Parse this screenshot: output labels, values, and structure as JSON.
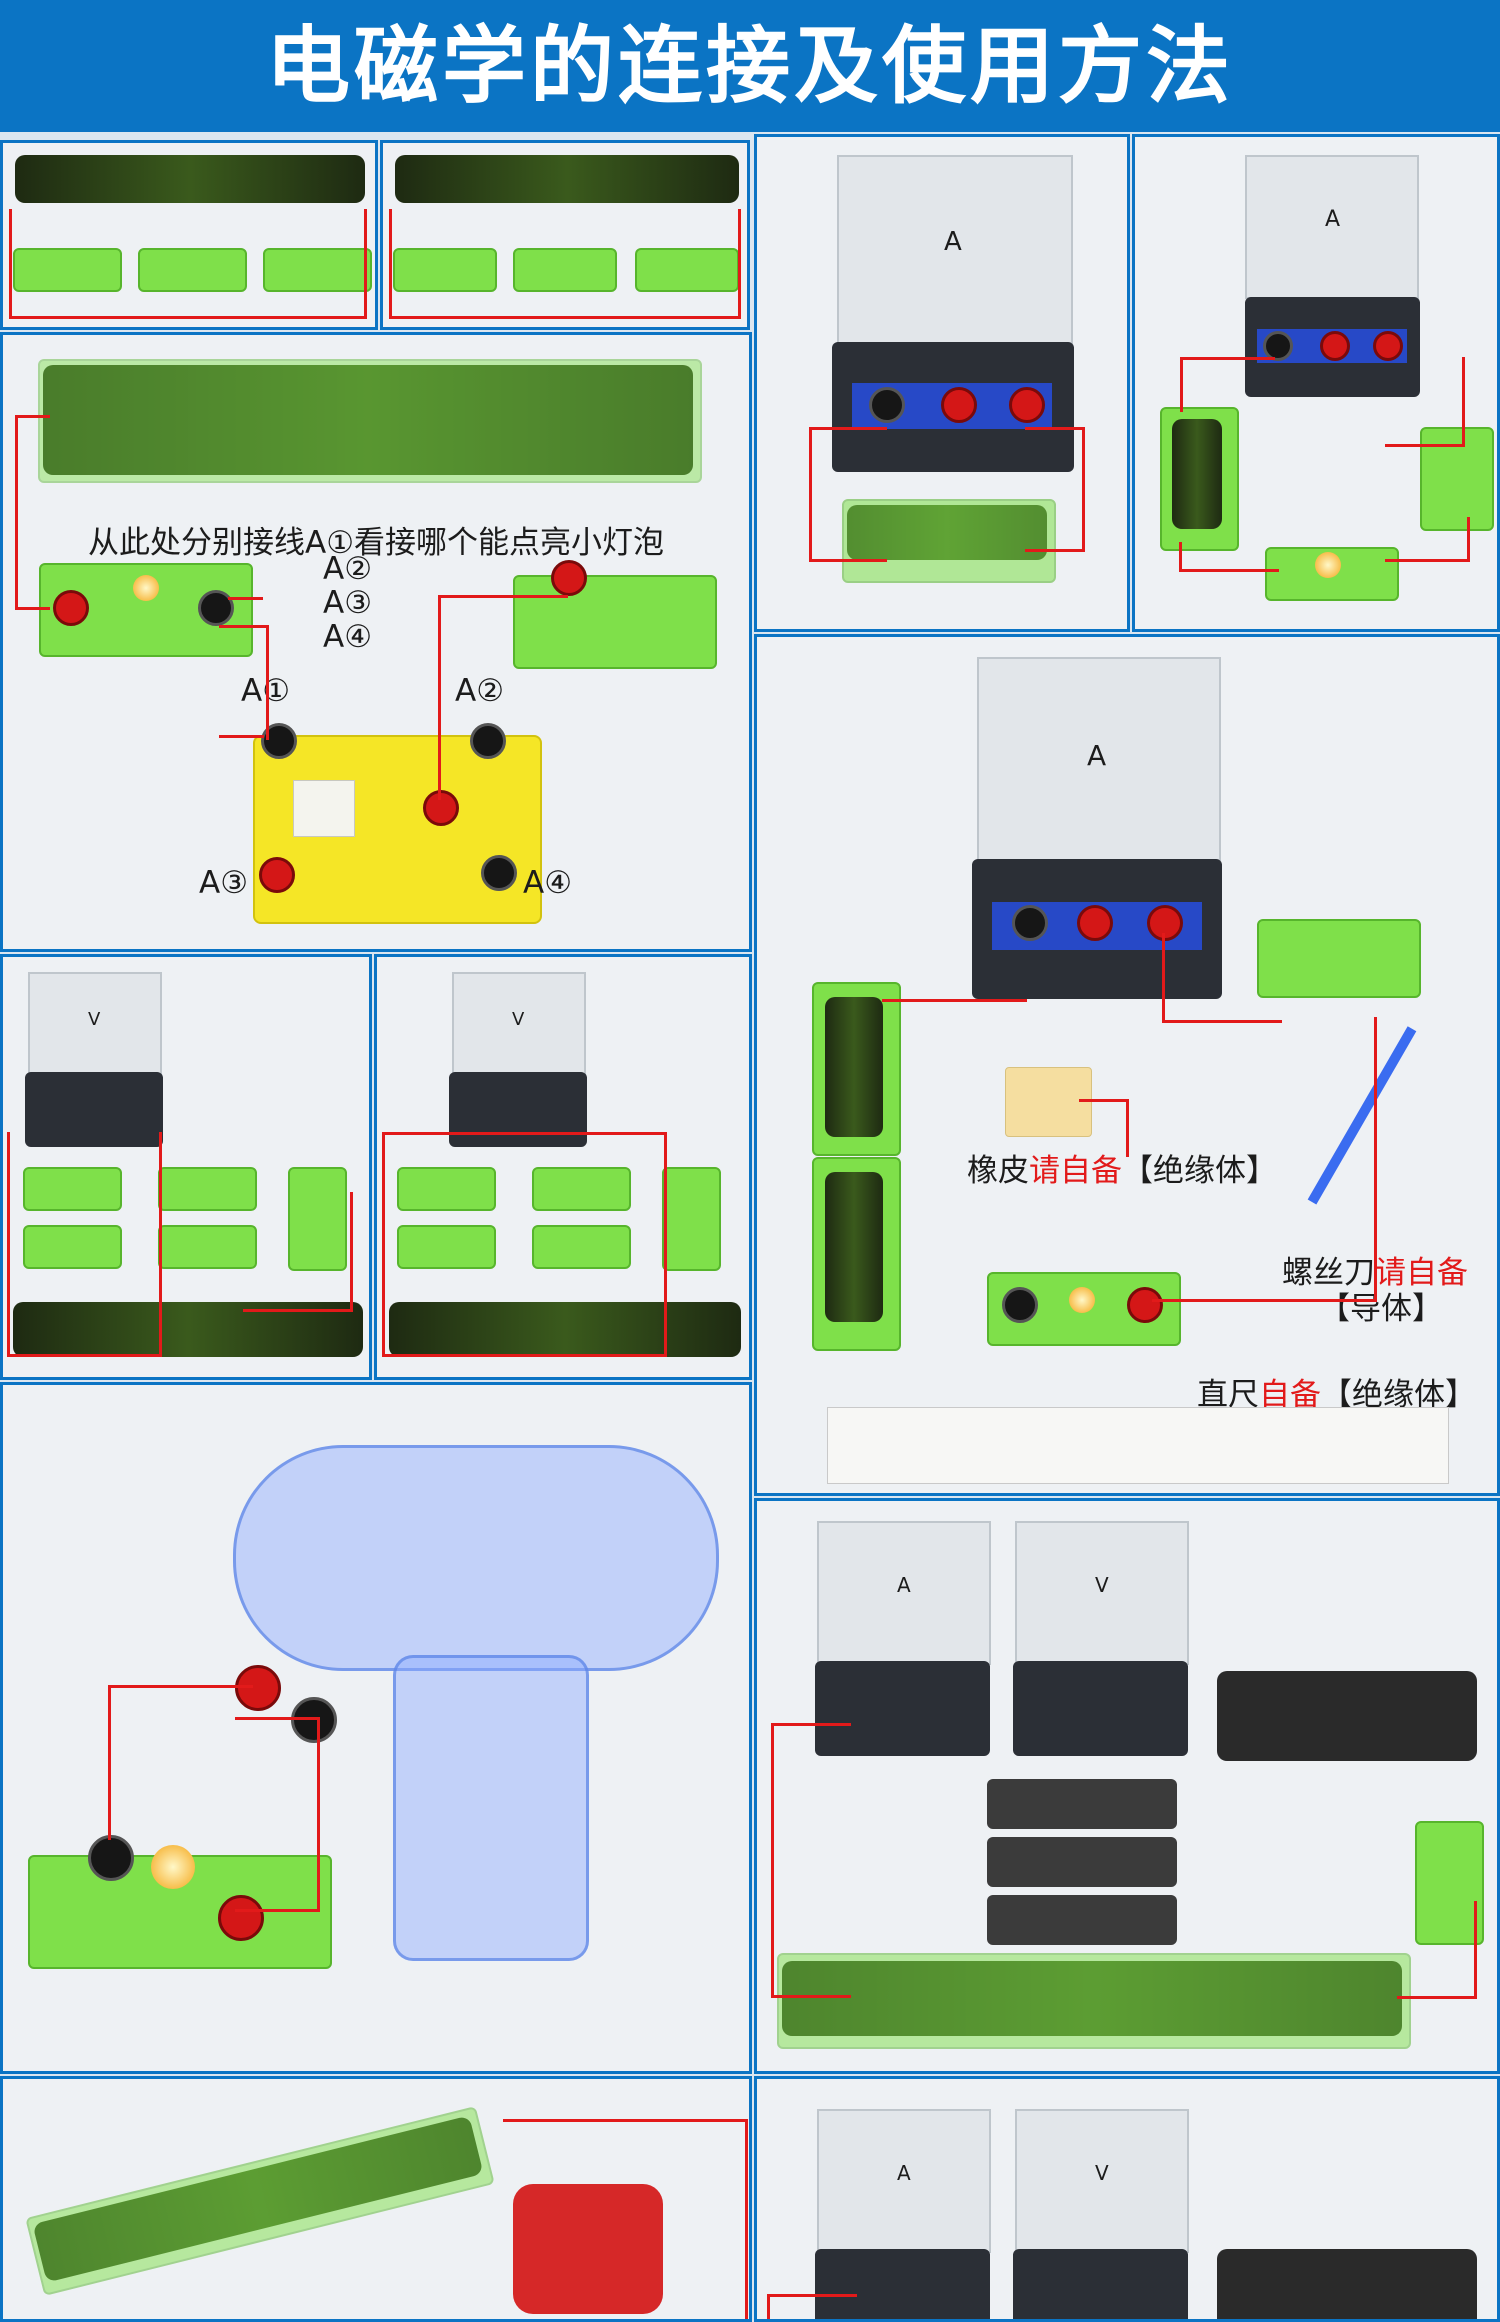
{
  "header": {
    "title": "电磁学的连接及使用方法"
  },
  "panel_bulbs": {
    "instruction": "从此处分别接线A①看接哪个能点亮小灯泡",
    "options": [
      "A②",
      "A③",
      "A④"
    ],
    "terminals": [
      "A①",
      "A②",
      "A③",
      "A④"
    ]
  },
  "panel_ammeter": {
    "eraser": {
      "name": "橡皮",
      "self": "请自备",
      "note": "【绝缘体】"
    },
    "screwdriver": {
      "name": "螺丝刀",
      "self": "请自备",
      "note": "【导体】"
    },
    "ruler": {
      "name": "直尺",
      "self": "自备",
      "note": "【绝缘体】"
    }
  },
  "meter_labels": {
    "ammeter": "A",
    "voltmeter": "V"
  },
  "colors": {
    "header": "#0b74c4",
    "wire": "#e21a1a",
    "board": "#7fe04a",
    "panel_bg": "#eef1f4"
  }
}
